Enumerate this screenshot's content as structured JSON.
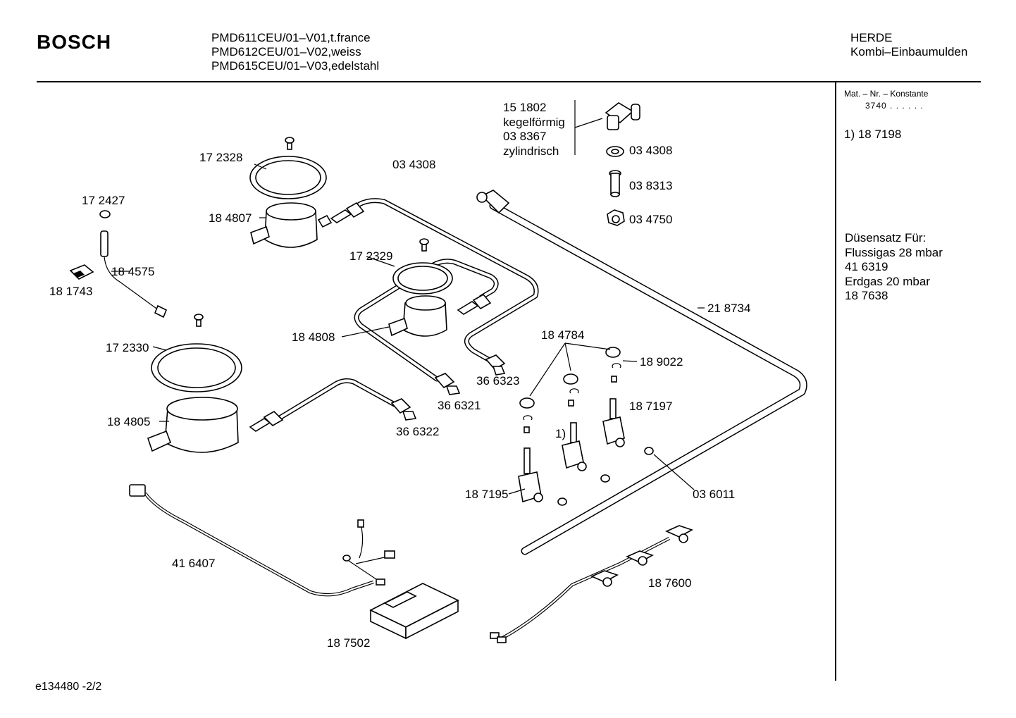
{
  "header": {
    "brand": "BOSCH",
    "models": [
      "PMD611CEU/01–V01,t.france",
      "PMD612CEU/01–V02,weiss",
      "PMD615CEU/01–V03,edelstahl"
    ],
    "category_line1": "HERDE",
    "category_line2": "Kombi–Einbaumulden"
  },
  "sidebar": {
    "mat_header": "Mat. – Nr. – Konstante",
    "mat_value": "3740 . . . . . .",
    "note": "1)  18 7198",
    "nozzle_title": "Düsensatz Für:",
    "nozzle_lines": [
      "Flussigas 28 mbar",
      "41 6319",
      "Erdgas 20 mbar",
      "18 7638"
    ]
  },
  "footer": {
    "doc_id": "e134480   -2/2"
  },
  "connector_note": {
    "lines": [
      "15 1802",
      "kegelförmig",
      "03 8367",
      "zylindrisch"
    ]
  },
  "parts": [
    {
      "id": "p172328",
      "label": "17 2328"
    },
    {
      "id": "p034308a",
      "label": "03 4308"
    },
    {
      "id": "p184807",
      "label": "18 4807"
    },
    {
      "id": "p172427",
      "label": "17 2427"
    },
    {
      "id": "p184575",
      "label": "18 4575"
    },
    {
      "id": "p181743",
      "label": "18 1743"
    },
    {
      "id": "p172329",
      "label": "17 2329"
    },
    {
      "id": "p184808",
      "label": "18 4808"
    },
    {
      "id": "p172330",
      "label": "17 2330"
    },
    {
      "id": "p184805",
      "label": "18 4805"
    },
    {
      "id": "p366323",
      "label": "36 6323"
    },
    {
      "id": "p366321",
      "label": "36 6321"
    },
    {
      "id": "p366322",
      "label": "36 6322"
    },
    {
      "id": "p034308b",
      "label": "03 4308"
    },
    {
      "id": "p038313",
      "label": "03 8313"
    },
    {
      "id": "p034750",
      "label": "03 4750"
    },
    {
      "id": "p218734",
      "label": "21 8734"
    },
    {
      "id": "p184784",
      "label": "18 4784"
    },
    {
      "id": "p189022",
      "label": "18 9022"
    },
    {
      "id": "p187197",
      "label": "18 7197"
    },
    {
      "id": "pnote1",
      "label": "1)"
    },
    {
      "id": "p187195",
      "label": "18 7195"
    },
    {
      "id": "p036011",
      "label": "03 6011"
    },
    {
      "id": "p416407",
      "label": "41 6407"
    },
    {
      "id": "p187600",
      "label": "18 7600"
    },
    {
      "id": "p187502",
      "label": "18 7502"
    }
  ]
}
